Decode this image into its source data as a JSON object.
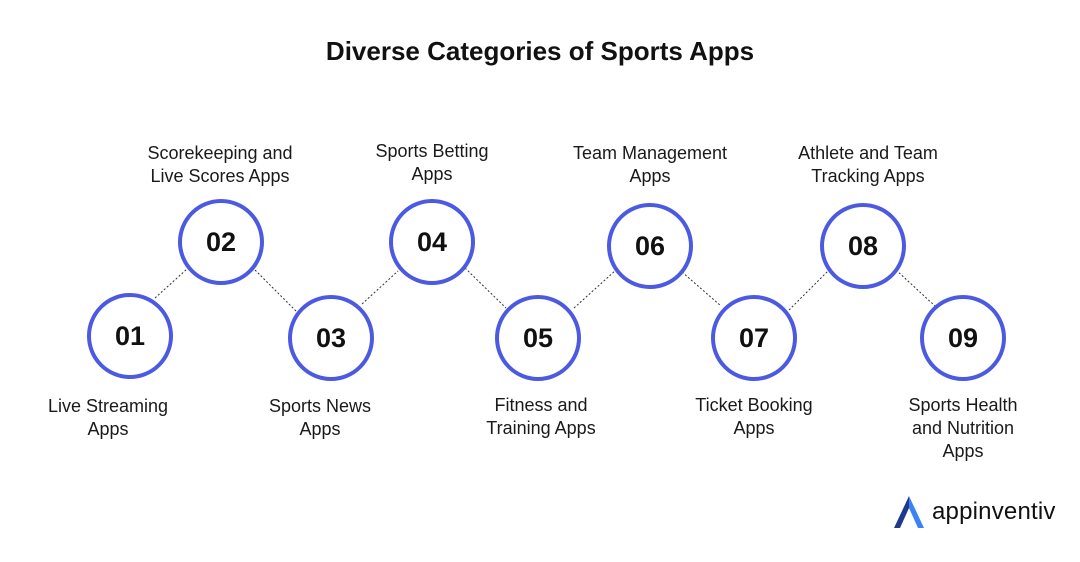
{
  "title": "Diverse Categories of Sports Apps",
  "colors": {
    "ring": "#4b5ae0",
    "connector": "#333333",
    "logo_dark": "#1e3a8a",
    "logo_light": "#3b82f6"
  },
  "items": [
    {
      "number": "01",
      "label_lines": [
        "Live Streaming",
        "Apps"
      ]
    },
    {
      "number": "02",
      "label_lines": [
        "Scorekeeping and",
        "Live Scores Apps"
      ]
    },
    {
      "number": "03",
      "label_lines": [
        "Sports News",
        "Apps"
      ]
    },
    {
      "number": "04",
      "label_lines": [
        "Sports Betting",
        "Apps"
      ]
    },
    {
      "number": "05",
      "label_lines": [
        "Fitness and",
        "Training Apps"
      ]
    },
    {
      "number": "06",
      "label_lines": [
        "Team Management",
        "Apps"
      ]
    },
    {
      "number": "07",
      "label_lines": [
        "Ticket Booking",
        "Apps"
      ]
    },
    {
      "number": "08",
      "label_lines": [
        "Athlete and Team",
        "Tracking Apps"
      ]
    },
    {
      "number": "09",
      "label_lines": [
        "Sports Health",
        "and Nutrition",
        "Apps"
      ]
    }
  ],
  "brand": {
    "name": "appinventiv",
    "icon": "appinventiv-logo-icon"
  }
}
